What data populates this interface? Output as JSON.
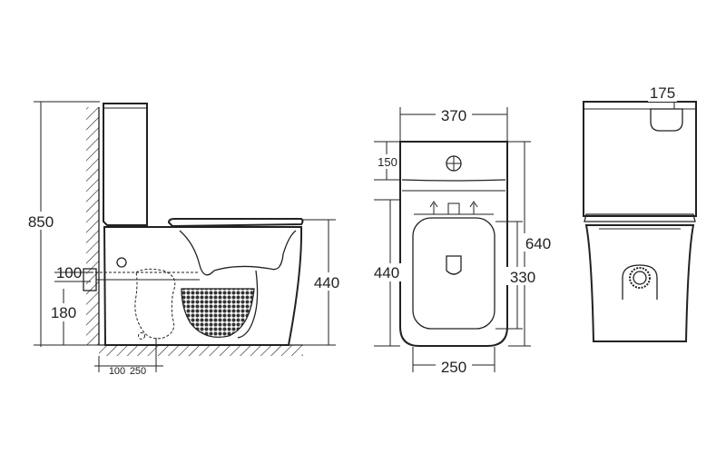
{
  "side_view": {
    "total_height": "850",
    "bowl_height": "440",
    "inlet_height": "100",
    "outlet_height": "180",
    "outlet_offset_a": "100",
    "outlet_offset_b": "250"
  },
  "top_view": {
    "overall_width": "370",
    "tank_depth": "150",
    "bowl_depth": "440",
    "total_depth": "640",
    "seat_depth": "330",
    "seat_width": "250"
  },
  "rear_view": {
    "tank_depth": "175"
  },
  "colors": {
    "line": "#222222",
    "background": "#ffffff"
  }
}
